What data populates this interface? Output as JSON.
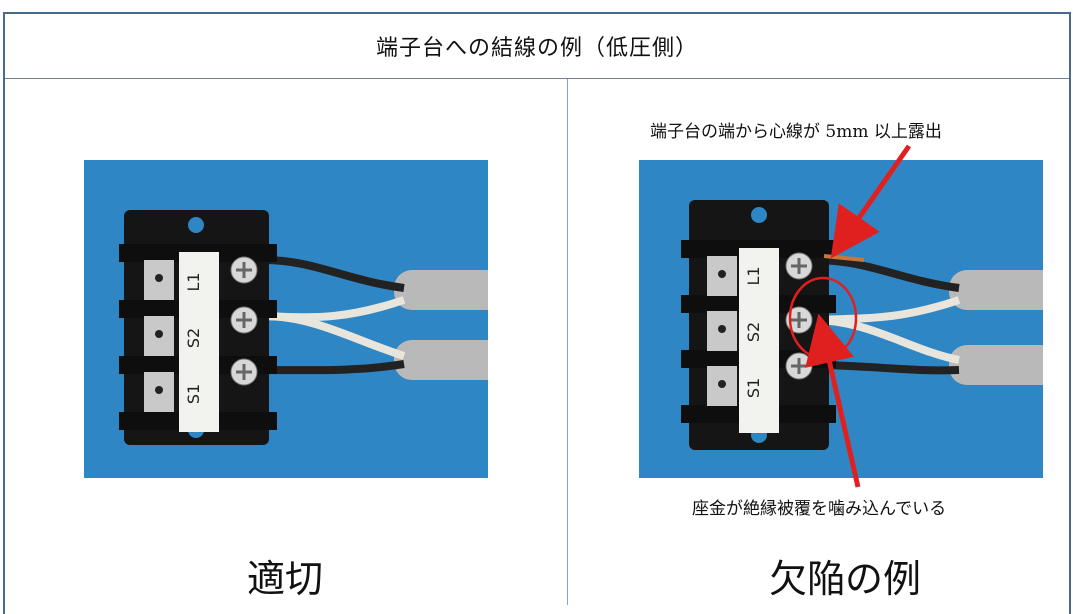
{
  "title": "端子台への結線の例（低圧側）",
  "left": {
    "verdict": "適切",
    "terminal_labels": [
      "L1",
      "S2",
      "S1"
    ]
  },
  "right": {
    "verdict": "欠陥の例",
    "annotation_top": "端子台の端から心線が 5mm 以上露出",
    "annotation_bottom": "座金が絶縁被覆を噛み込んでいる",
    "terminal_labels": [
      "L1",
      "S2",
      "S1"
    ]
  },
  "colors": {
    "photo_background": "#2f86c4",
    "arrow": "#e0201f",
    "frame": "#4a6a8a"
  }
}
